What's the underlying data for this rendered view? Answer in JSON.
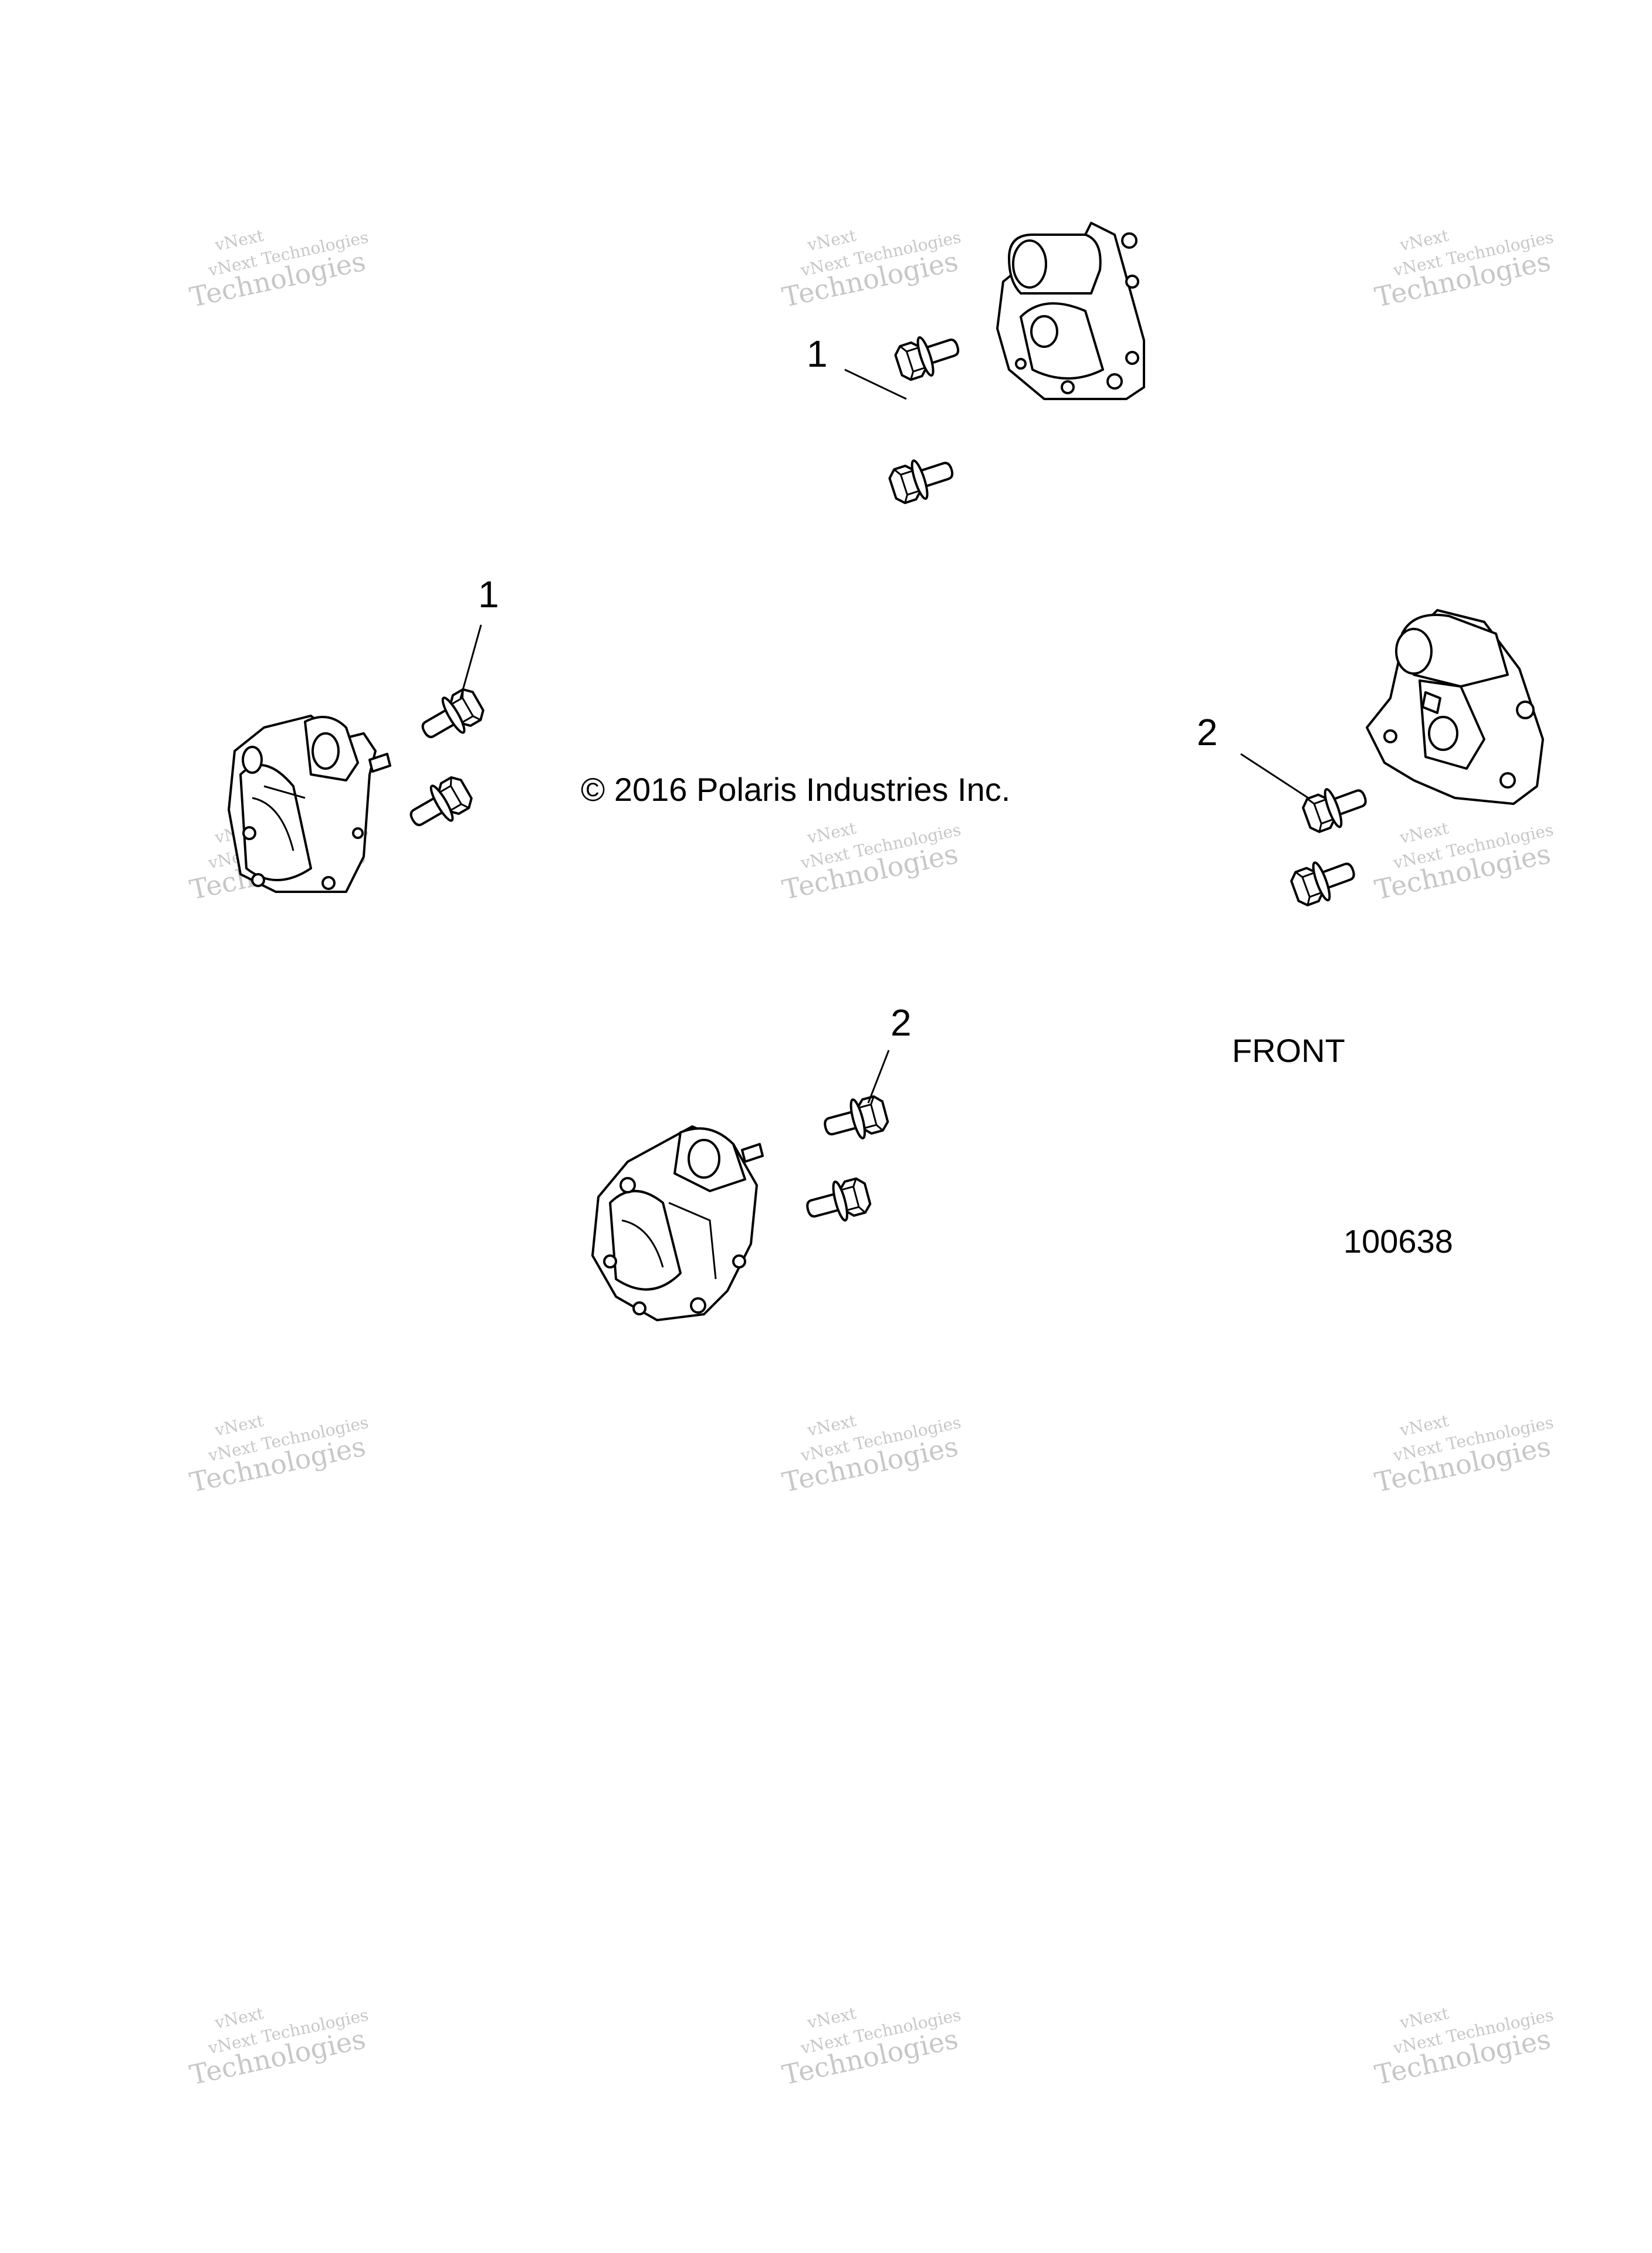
{
  "callouts": {
    "c1_top": "1",
    "c1_left": "1",
    "c2_right": "2",
    "c2_bottom": "2"
  },
  "copyright": "© 2016 Polaris Industries Inc.",
  "front_label": "FRONT",
  "part_number": "100638",
  "watermark": {
    "line1": "vNext",
    "line2": "vNext Technologies",
    "line3": "Technologies"
  }
}
